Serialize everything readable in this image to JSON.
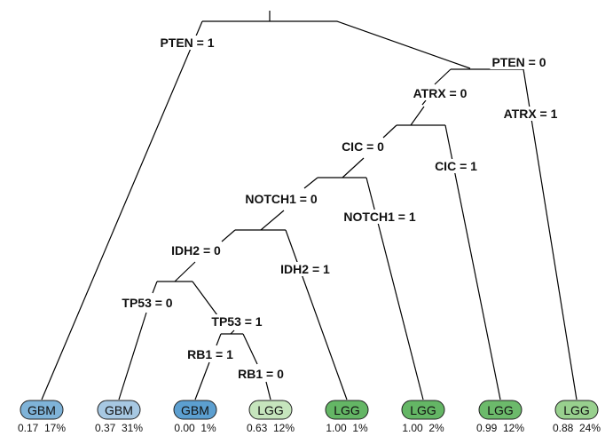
{
  "tree": {
    "type": "classification-tree",
    "root_split": "PTEN",
    "splits": [
      {
        "id": "pten1",
        "label": "PTEN = 1"
      },
      {
        "id": "pten0",
        "label": "PTEN = 0"
      },
      {
        "id": "atrx0",
        "label": "ATRX = 0"
      },
      {
        "id": "atrx1",
        "label": "ATRX = 1"
      },
      {
        "id": "cic0",
        "label": "CIC = 0"
      },
      {
        "id": "cic1",
        "label": "CIC = 1"
      },
      {
        "id": "notch0",
        "label": "NOTCH1 = 0"
      },
      {
        "id": "notch1",
        "label": "NOTCH1 = 1"
      },
      {
        "id": "idh0",
        "label": "IDH2 = 0"
      },
      {
        "id": "idh1",
        "label": "IDH2 = 1"
      },
      {
        "id": "tp0",
        "label": "TP53 = 0"
      },
      {
        "id": "tp1",
        "label": "TP53 = 1"
      },
      {
        "id": "rb1",
        "label": "RB1 = 1"
      },
      {
        "id": "rb0",
        "label": "RB1 = 0"
      }
    ],
    "leaves": [
      {
        "class": "GBM",
        "prob": "0.17",
        "pct": "17%",
        "color": "#7fb3d8"
      },
      {
        "class": "GBM",
        "prob": "0.37",
        "pct": "31%",
        "color": "#a7c8e2"
      },
      {
        "class": "GBM",
        "prob": "0.00",
        "pct": "1%",
        "color": "#5c9fd0"
      },
      {
        "class": "LGG",
        "prob": "0.63",
        "pct": "12%",
        "color": "#c6e5bd"
      },
      {
        "class": "LGG",
        "prob": "1.00",
        "pct": "1%",
        "color": "#64b665"
      },
      {
        "class": "LGG",
        "prob": "1.00",
        "pct": "2%",
        "color": "#64b665"
      },
      {
        "class": "LGG",
        "prob": "0.99",
        "pct": "12%",
        "color": "#6cba6b"
      },
      {
        "class": "LGG",
        "prob": "0.88",
        "pct": "24%",
        "color": "#98d08e"
      }
    ]
  }
}
